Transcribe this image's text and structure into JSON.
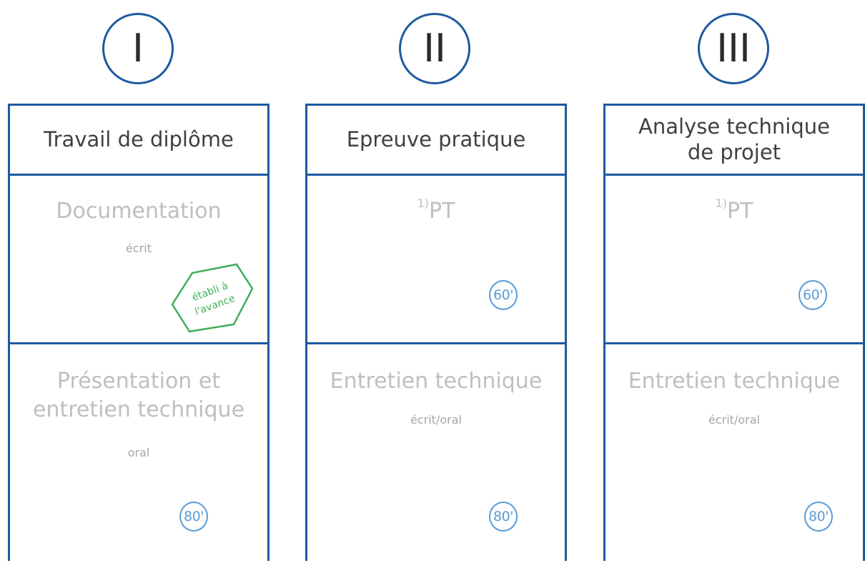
{
  "columns": [
    {
      "numeral": "I",
      "header": "Travail de diplôme",
      "sections": [
        {
          "superscript": "",
          "title": "Documentation",
          "subtitle": "écrit",
          "duration": "",
          "badge": {
            "line1": "établi à",
            "line2": "l'avance"
          }
        },
        {
          "superscript": "",
          "title_line1": "Présentation et",
          "title_line2": "entretien technique",
          "subtitle": "oral",
          "duration": "80'"
        }
      ]
    },
    {
      "numeral": "II",
      "header": "Epreuve pratique",
      "sections": [
        {
          "superscript": "1)",
          "title": "PT",
          "subtitle": "",
          "duration": "60'"
        },
        {
          "superscript": "",
          "title": "Entretien technique",
          "subtitle": "écrit/oral",
          "duration": "80'"
        }
      ]
    },
    {
      "numeral": "III",
      "header_line1": "Analyse technique",
      "header_line2": "de projet",
      "sections": [
        {
          "superscript": "1)",
          "title": "PT",
          "subtitle": "",
          "duration": "60'"
        },
        {
          "superscript": "",
          "title": "Entretien technique",
          "subtitle": "écrit/oral",
          "duration": "80'"
        }
      ]
    }
  ],
  "colors": {
    "border": "#1e5aa0",
    "title_gray": "#bfbfbf",
    "duration_blue": "#5b9bd5",
    "badge_green": "#3fae5a"
  }
}
